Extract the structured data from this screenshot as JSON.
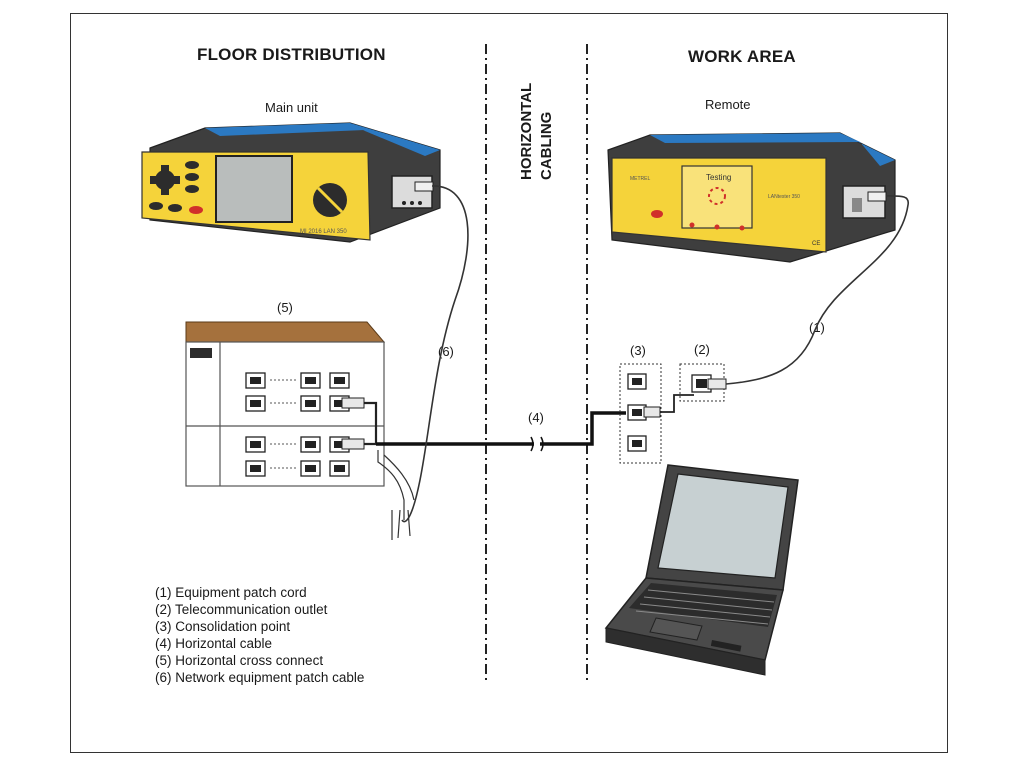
{
  "sections": {
    "floor_distribution": "FLOOR DISTRIBUTION",
    "horizontal_cabling": [
      "HORIZONTAL",
      "CABLING"
    ],
    "work_area": "WORK AREA"
  },
  "devices": {
    "main_unit_label": "Main unit",
    "main_unit_model": "MI 2016 LAN 350",
    "remote_label": "Remote",
    "remote_screen_text": "Testing",
    "remote_brand": "LANtester 350",
    "remote_mark": "CE",
    "remote_small": "METREL"
  },
  "callouts": {
    "c1": "(1)",
    "c2": "(2)",
    "c3": "(3)",
    "c4": "(4)",
    "c5": "(5)",
    "c6": "(6)"
  },
  "legend": [
    "(1) Equipment patch cord",
    "(2) Telecommunication outlet",
    "(3) Consolidation point",
    "(4) Horizontal cable",
    "(5) Horizontal cross connect",
    "(6) Network equipment patch cable"
  ],
  "colors": {
    "device_yellow": "#f5d33a",
    "device_blue": "#2b79c2",
    "device_dark": "#3e3e3e",
    "screen_grey": "#b9bdbc",
    "rack_top": "#a5713d",
    "laptop_body": "#444444",
    "laptop_screen": "#c7d0d2"
  }
}
